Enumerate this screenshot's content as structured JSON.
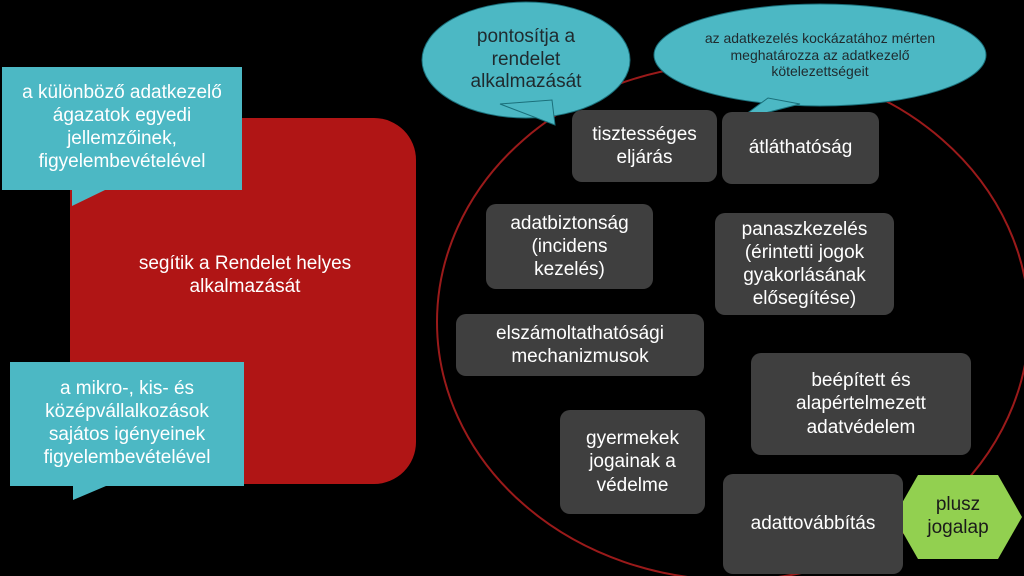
{
  "colors": {
    "background": "#000000",
    "red_panel": "#b01515",
    "teal_callout": "#4cb8c4",
    "dark_box": "#3f3f3f",
    "circle_outline": "#9a1a1a",
    "green_hex": "#92d050"
  },
  "left": {
    "center_label": "segítik a Rendelet helyes alkalmazását",
    "callout_top": "a különböző adatkezelő ágazatok egyedi jellemzőinek, figyelembevételével",
    "callout_bottom": "a mikro-, kis- és középvállalkozások sajátos igényeinek figyelembevételével"
  },
  "bubbles": {
    "left": "pontosítja a rendelet alkalmazását",
    "right": "az adatkezelés kockázatához mérten meghatározza az adatkezelő kötelezettségeit"
  },
  "topics": {
    "fair_processing": "tisztességes eljárás",
    "transparency": "átláthatóság",
    "data_security": "adatbiztonság (incidens kezelés)",
    "complaints": "panaszkezelés (érintetti jogok gyakorlásának elősegítése)",
    "accountability": "elszámoltathatósági mechanizmusok",
    "privacy_by_design": "beépített és alapértelmezett adatvédelem",
    "child_protection": "gyermekek jogainak a védelme",
    "data_transfer": "adattovábbítás"
  },
  "legal_basis": "plusz jogalap"
}
